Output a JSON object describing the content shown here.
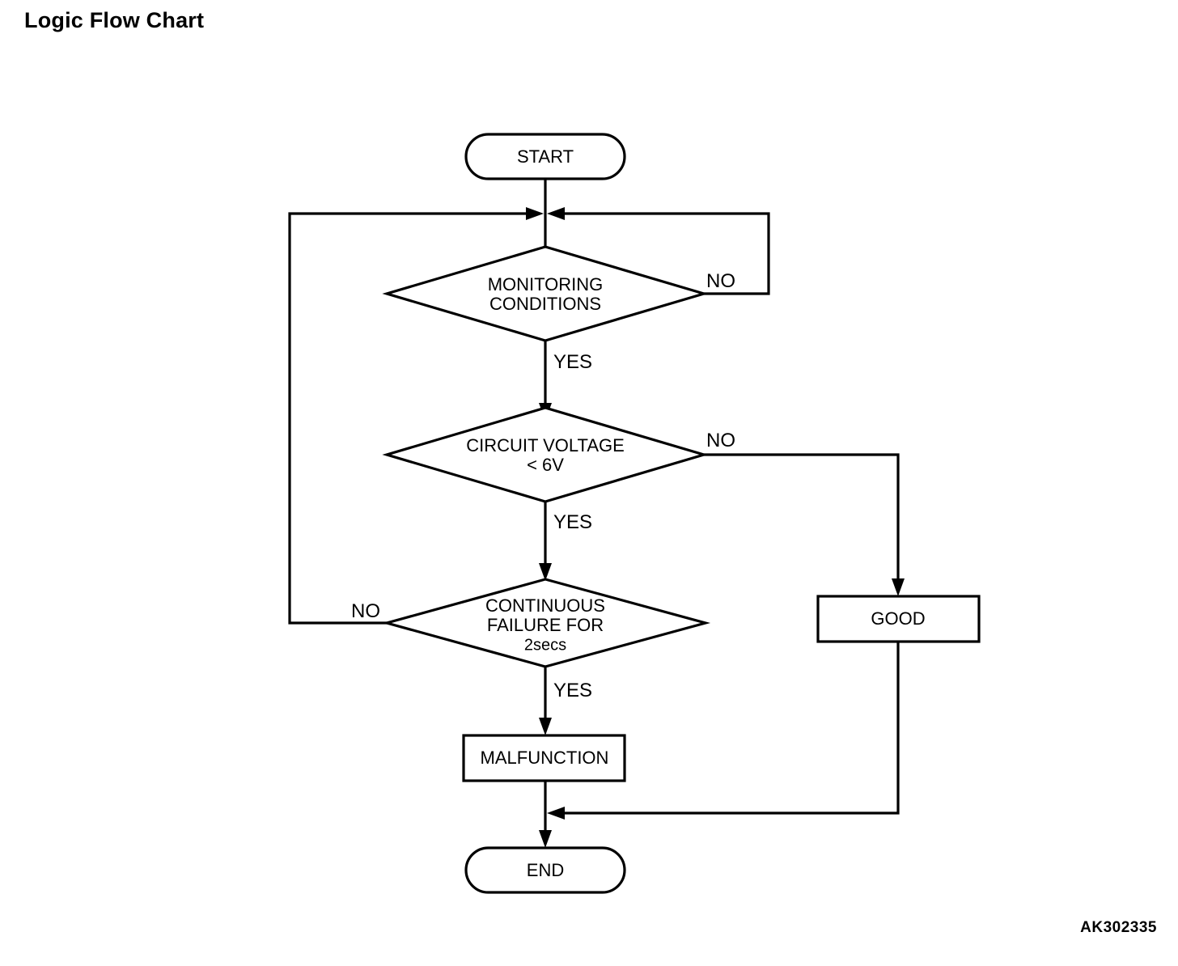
{
  "page": {
    "title": "Logic Flow Chart",
    "reference_code": "AK302335",
    "background_color": "#ffffff",
    "line_color": "#000000"
  },
  "chart_data": {
    "type": "diagram",
    "diagram_kind": "flowchart",
    "title": "Logic Flow Chart",
    "nodes": [
      {
        "id": "start",
        "shape": "rounded-rect",
        "label": "START"
      },
      {
        "id": "monitoring",
        "shape": "diamond",
        "label_line1": "MONITORING",
        "label_line2": "CONDITIONS"
      },
      {
        "id": "voltage",
        "shape": "diamond",
        "label_line1": "CIRCUIT VOLTAGE",
        "label_line2": "< 6V"
      },
      {
        "id": "continuous",
        "shape": "diamond",
        "label_line1": "CONTINUOUS",
        "label_line2": "FAILURE FOR",
        "label_line3": "2secs"
      },
      {
        "id": "good",
        "shape": "rect",
        "label": "GOOD"
      },
      {
        "id": "malfunction",
        "shape": "rect",
        "label": "MALFUNCTION"
      },
      {
        "id": "end",
        "shape": "rounded-rect",
        "label": "END"
      }
    ],
    "edges": [
      {
        "from": "start",
        "to": "monitoring",
        "label": ""
      },
      {
        "from": "monitoring",
        "to": "voltage",
        "label": "YES"
      },
      {
        "from": "monitoring",
        "to": "start-join",
        "label": "NO"
      },
      {
        "from": "voltage",
        "to": "continuous",
        "label": "YES"
      },
      {
        "from": "voltage",
        "to": "good",
        "label": "NO"
      },
      {
        "from": "continuous",
        "to": "malfunction",
        "label": "YES"
      },
      {
        "from": "continuous",
        "to": "start-join",
        "label": "NO"
      },
      {
        "from": "malfunction",
        "to": "end",
        "label": ""
      },
      {
        "from": "good",
        "to": "end",
        "label": ""
      }
    ]
  },
  "labels": {
    "start": "START",
    "end": "END",
    "good": "GOOD",
    "malfunction": "MALFUNCTION",
    "monitoring_l1": "MONITORING",
    "monitoring_l2": "CONDITIONS",
    "voltage_l1": "CIRCUIT VOLTAGE",
    "voltage_l2": "< 6V",
    "continuous_l1": "CONTINUOUS",
    "continuous_l2": "FAILURE FOR",
    "continuous_l3": "2secs",
    "no_monitoring": "NO",
    "yes_monitoring": "YES",
    "no_voltage": "NO",
    "yes_voltage": "YES",
    "no_continuous": "NO",
    "yes_continuous": "YES"
  }
}
